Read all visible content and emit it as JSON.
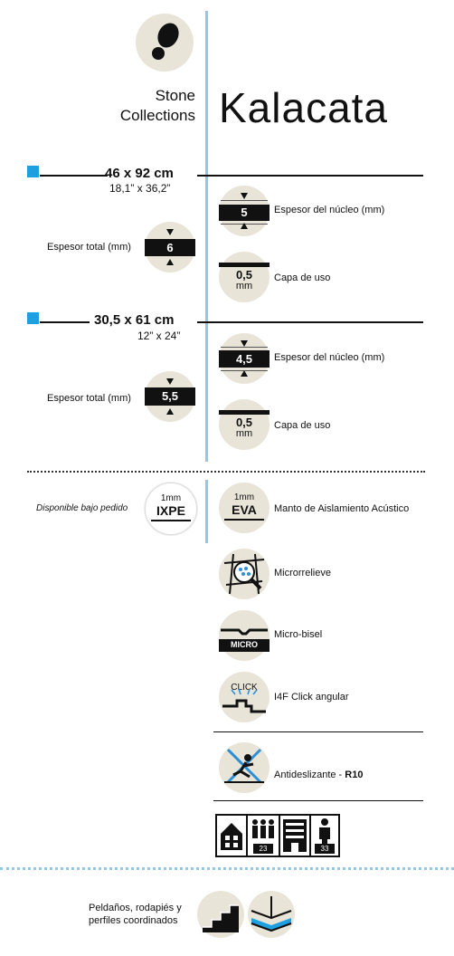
{
  "brand": {
    "collection_line1": "Stone",
    "collection_line2": "Collections",
    "product": "Kalacata"
  },
  "formats": [
    {
      "size": "46 x 92 cm",
      "size_imperial": "18,1” x 36,2”",
      "total_thickness_label": "Espesor total (mm)",
      "total_thickness": "6",
      "core_label": "Espesor del núcleo (mm)",
      "core": "5",
      "wear_label": "Capa de uso",
      "wear": "0,5",
      "wear_unit": "mm"
    },
    {
      "size": "30,5 x 61 cm",
      "size_imperial": "12” x 24”",
      "total_thickness_label": "Espesor total (mm)",
      "total_thickness": "5,5",
      "core_label": "Espesor del núcleo (mm)",
      "core": "4,5",
      "wear_label": "Capa de uso",
      "wear": "0,5",
      "wear_unit": "mm"
    }
  ],
  "underlay": {
    "on_request_label": "Disponible bajo pedido",
    "ixpe_mm": "1mm",
    "ixpe_name": "IXPE",
    "eva_mm": "1mm",
    "eva_name": "EVA",
    "eva_label": "Manto de Aislamiento Acústico"
  },
  "features": [
    {
      "label": "Microrrelieve"
    },
    {
      "label": "Micro-bisel",
      "icon_text": "MICRO"
    },
    {
      "label": "I4F Click angular",
      "icon_text": "CLICK"
    },
    {
      "label_main": "Antideslizante - ",
      "label_bold": "R10"
    }
  ],
  "usage_icons": {
    "residential_badge": "23",
    "commercial_badge": "33"
  },
  "footer": {
    "line1": "Peldaños, rodapiés y",
    "line2": "perfiles coordinados"
  }
}
